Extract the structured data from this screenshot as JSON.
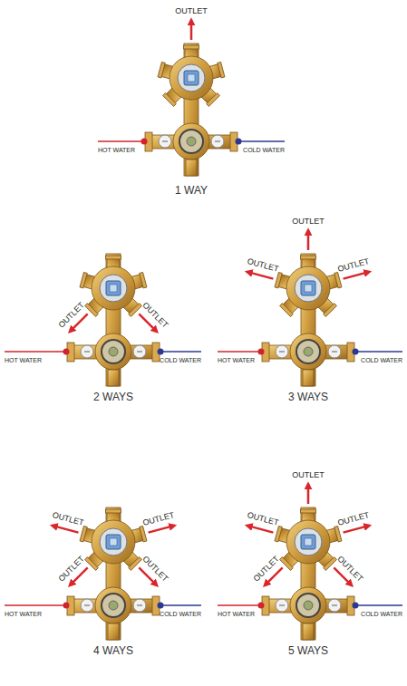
{
  "diagram": {
    "labels": [
      "OUTLET",
      "HOT WATER",
      "COLD WATER",
      "1 WAY",
      "OUTLET",
      "OUTLET",
      "HOT WATER",
      "COLD WATER",
      "2 WAYS",
      "OUTLET",
      "OUTLET",
      "OUTLET",
      "HOT WATER",
      "COLD WATER",
      "3 WAYS",
      "OUTLET",
      "OUTLET",
      "OUTLET",
      "OUTLET",
      "HOT WATER",
      "COLD WATER",
      "4 WAYS",
      "OUTLET",
      "OUTLET",
      "OUTLET",
      "OUTLET",
      "OUTLET",
      "HOT WATER",
      "COLD WATER",
      "5 WAYS"
    ]
  }
}
